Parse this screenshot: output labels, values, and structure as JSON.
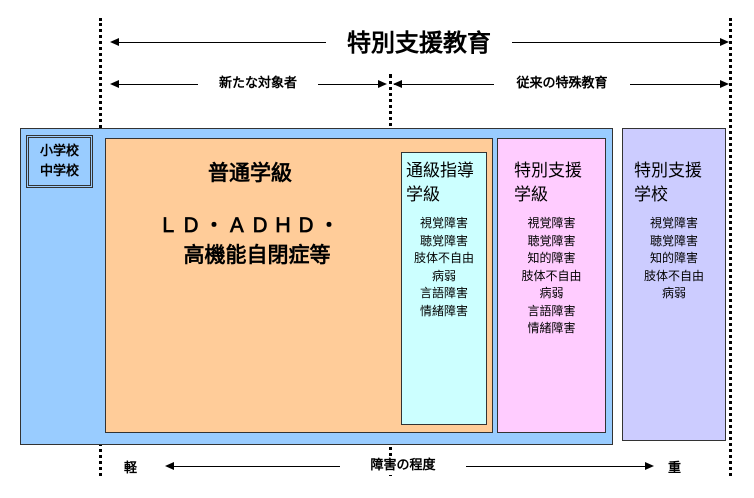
{
  "header": {
    "title": "特別支援教育",
    "new_targets": "新たな対象者",
    "traditional": "従来の特殊教育"
  },
  "school_label": {
    "line1": "小学校",
    "line2": "中学校"
  },
  "regular_class": {
    "title": "普通学級",
    "line1": "ＬＤ・ＡＤＨＤ・",
    "line2": "高機能自閉症等"
  },
  "resource_room": {
    "title1": "通級指導",
    "title2": "学級",
    "items": [
      "視覚障害",
      "聴覚障害",
      "肢体不自由",
      "病弱",
      "言語障害",
      "情緒障害"
    ]
  },
  "special_class": {
    "title1": "特別支援",
    "title2": "学級",
    "items": [
      "視覚障害",
      "聴覚障害",
      "知的障害",
      "肢体不自由",
      "病弱",
      "言語障害",
      "情緒障害"
    ]
  },
  "special_school": {
    "title1": "特別支援",
    "title2": "学校",
    "items": [
      "視覚障害",
      "聴覚障害",
      "知的障害",
      "肢体不自由",
      "病弱"
    ]
  },
  "footer": {
    "light": "軽",
    "degree": "障害の程度",
    "heavy": "重"
  },
  "colors": {
    "school": "#99ccff",
    "regular": "#ffcc99",
    "resource": "#ccffff",
    "special_class": "#ffccff",
    "special_school": "#ccccff"
  }
}
